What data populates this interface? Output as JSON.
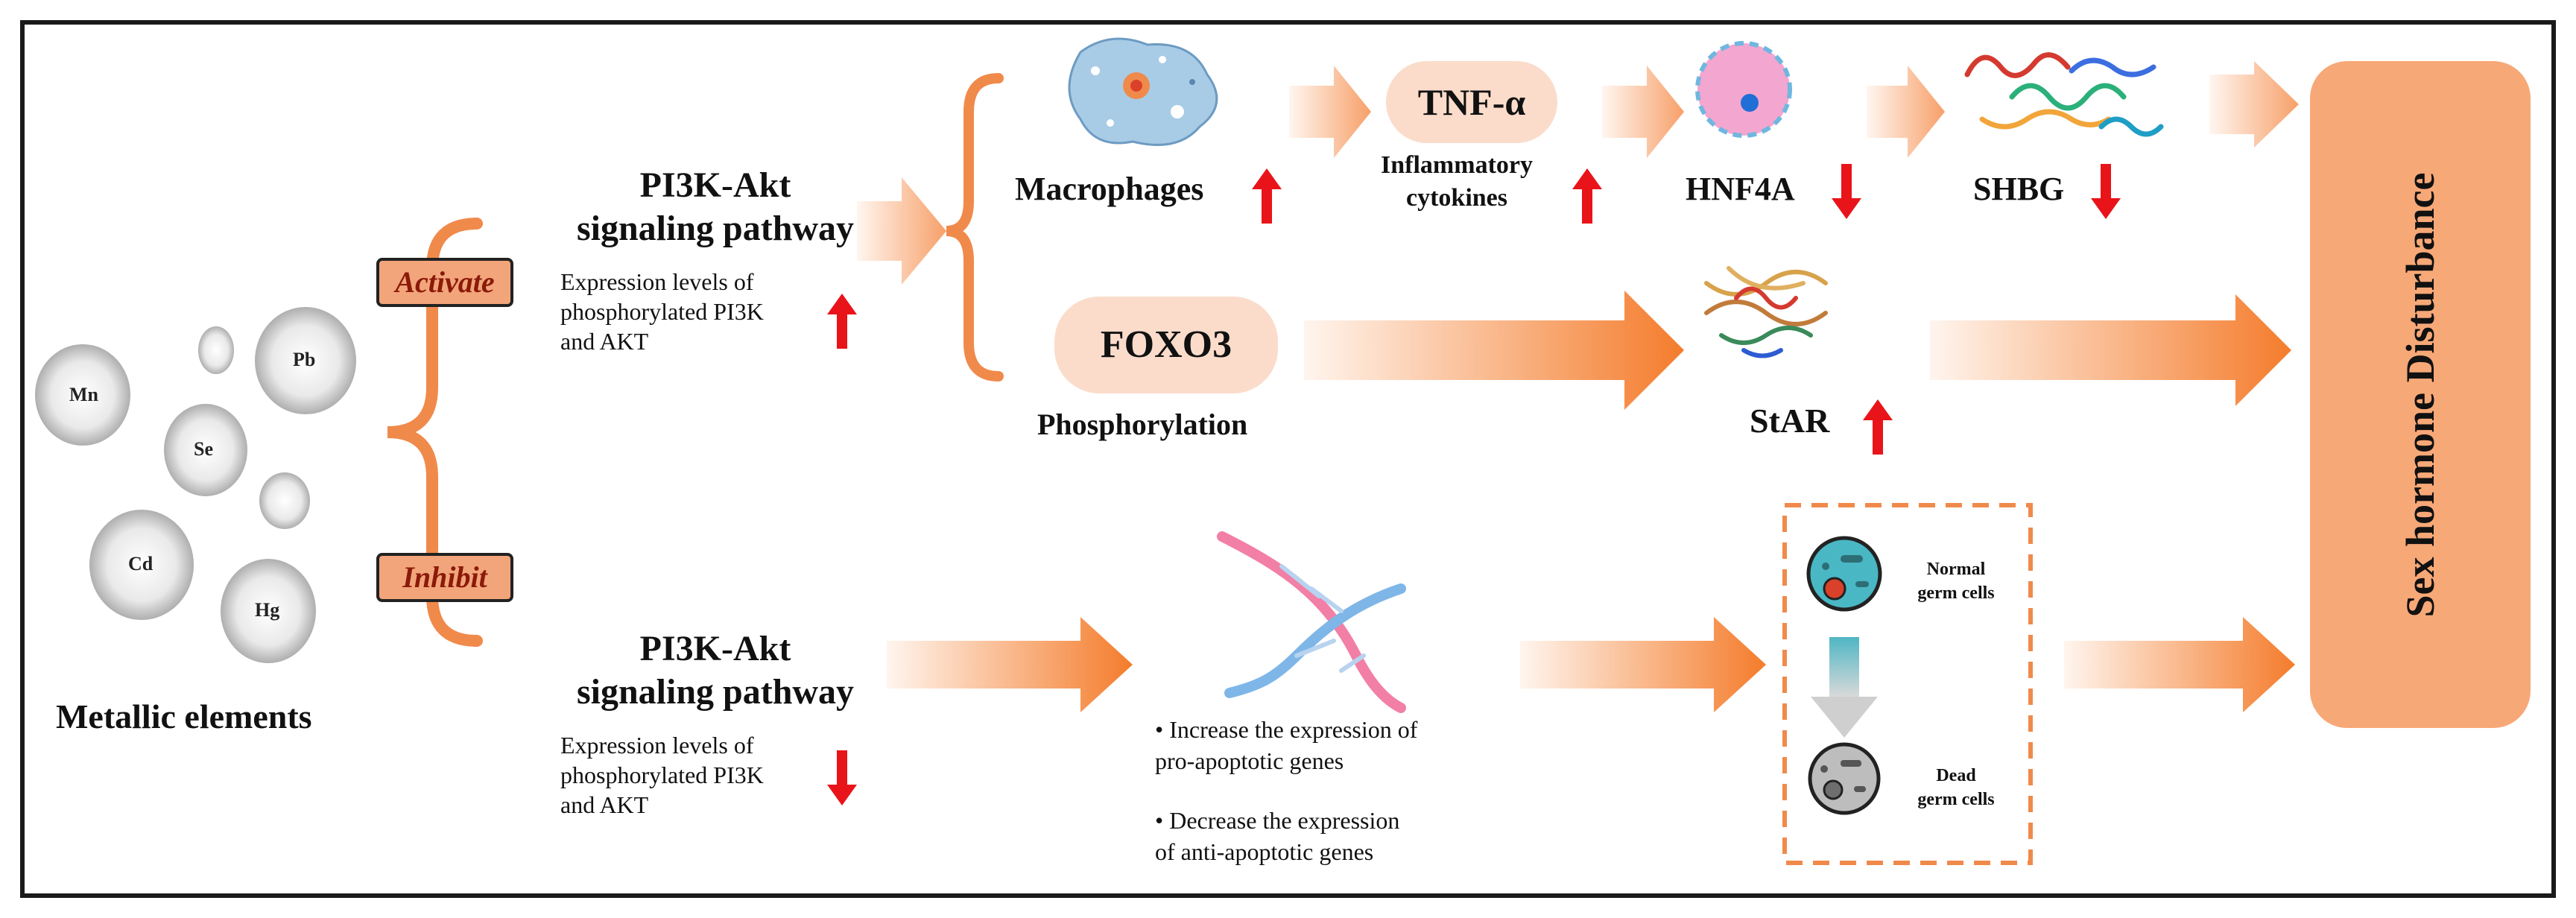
{
  "figure": {
    "metallic_elements": {
      "label": "Metallic elements",
      "balls": [
        "Mn",
        "Se",
        "Pb",
        "Cd",
        "Hg"
      ]
    },
    "activate_branch": {
      "tag": "Activate",
      "pathway_title_line1": "PI3K-Akt",
      "pathway_title_line2": "signaling pathway",
      "expression_line1": "Expression levels of",
      "expression_line2": "phosphorylated PI3K",
      "expression_line3": "and AKT",
      "expression_direction": "up"
    },
    "inhibit_branch": {
      "tag": "Inhibit",
      "pathway_title_line1": "PI3K-Akt",
      "pathway_title_line2": "signaling pathway",
      "expression_line1": "Expression levels of",
      "expression_line2": "phosphorylated PI3K",
      "expression_line3": "and AKT",
      "expression_direction": "down"
    },
    "top_row": {
      "macrophages": {
        "label": "Macrophages",
        "direction": "up"
      },
      "tnf": {
        "pill": "TNF-α",
        "caption_line1": "Inflammatory",
        "caption_line2": "cytokines",
        "direction": "up"
      },
      "hnf4a": {
        "label": "HNF4A",
        "direction": "down"
      },
      "shbg": {
        "label": "SHBG",
        "direction": "down"
      }
    },
    "middle_row": {
      "foxo3": {
        "pill": "FOXO3",
        "caption": "Phosphorylation"
      },
      "star": {
        "label": "StAR",
        "direction": "up"
      }
    },
    "bottom_row": {
      "gene_bullet1_line1": "Increase the expression of",
      "gene_bullet1_line2": "pro-apoptotic genes",
      "gene_bullet2_line1": "Decrease the expression",
      "gene_bullet2_line2": "of anti-apoptotic genes",
      "normal_cells_line1": "Normal",
      "normal_cells_line2": "germ cells",
      "dead_cells_line1": "Dead",
      "dead_cells_line2": "germ cells"
    },
    "outcome": {
      "label": "Sex hormone Disturbance"
    },
    "colors": {
      "arrow_orange": "#f47c2c",
      "arrow_light": "#fde3d2",
      "bracket": "#f08a4b",
      "red_arrow": "#e8141a",
      "outcome_box": "#f7a877",
      "tag_fill": "#f2a57a",
      "pill_fill": "#fbdccb"
    }
  }
}
